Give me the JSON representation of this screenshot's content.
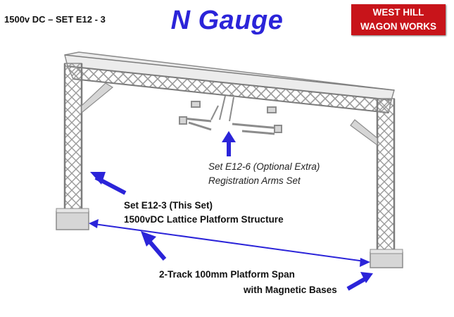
{
  "header": {
    "set_code": "1500v DC – SET E12 - 3",
    "title": "N Gauge",
    "logo_line1": "WEST HILL",
    "logo_line2": "WAGON WORKS"
  },
  "annotations": {
    "optional_line1": "Set E12-6 (Optional Extra)",
    "optional_line2": "Registration Arms Set",
    "this_set_line1": "Set E12-3 (This Set)",
    "this_set_line2": "1500vDC Lattice Platform Structure",
    "span_line1": "2-Track 100mm Platform Span",
    "span_line2": "with Magnetic Bases"
  },
  "colors": {
    "title": "#2b24d9",
    "arrow": "#2b24d9",
    "logo_bg": "#c8141a",
    "structure": "#8c8c8c",
    "structure_fill": "#d6d6d6"
  }
}
